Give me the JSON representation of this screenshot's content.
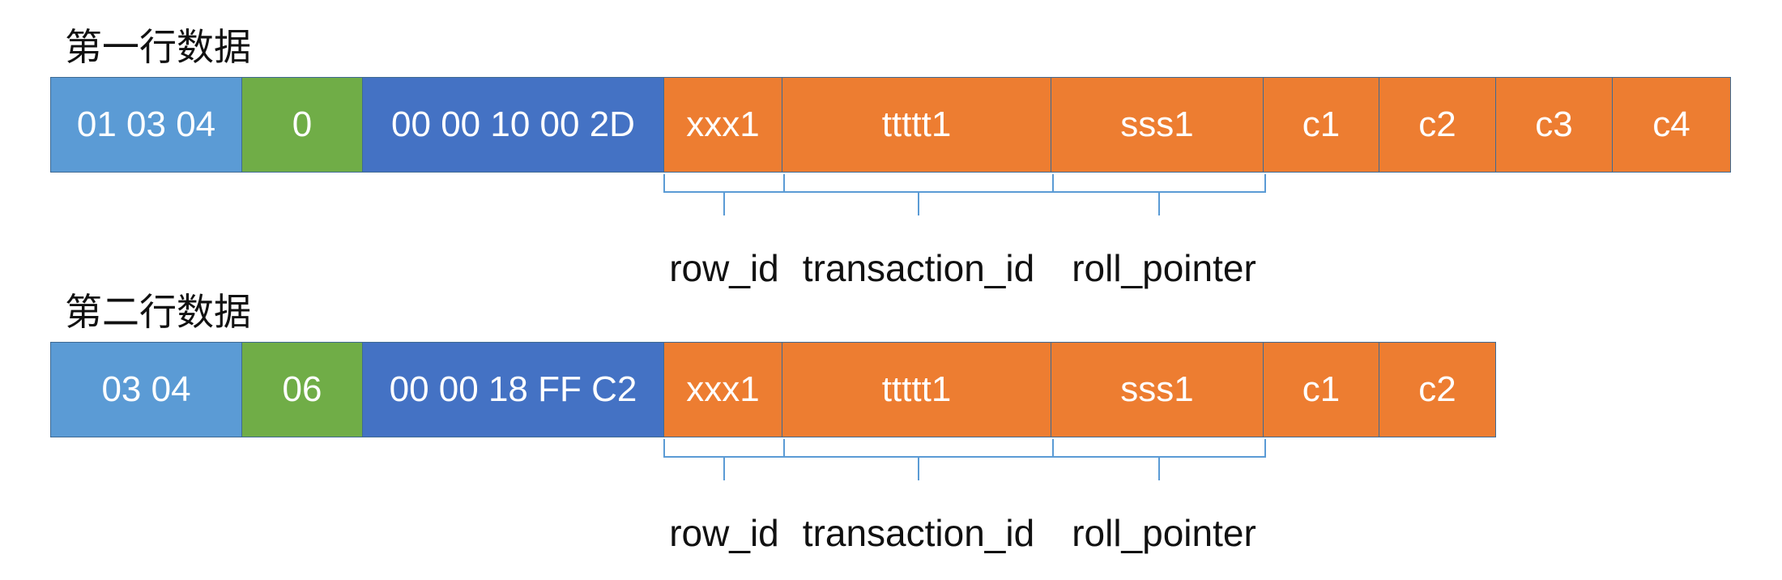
{
  "colors": {
    "light_blue": "#5b9bd5",
    "green": "#70ad47",
    "dark_blue": "#4472c4",
    "orange": "#ed7d31",
    "brace": "#5b9bd5"
  },
  "rows": [
    {
      "title": "第一行数据",
      "cells": [
        {
          "text": "01 03 04",
          "color": "light_blue"
        },
        {
          "text": "0",
          "color": "green"
        },
        {
          "text": "00 00 10 00 2D",
          "color": "dark_blue"
        },
        {
          "text": "xxx1",
          "color": "orange"
        },
        {
          "text": "ttttt1",
          "color": "orange"
        },
        {
          "text": "sss1",
          "color": "orange"
        },
        {
          "text": "c1",
          "color": "orange"
        },
        {
          "text": "c2",
          "color": "orange"
        },
        {
          "text": "c3",
          "color": "orange"
        },
        {
          "text": "c4",
          "color": "orange"
        }
      ],
      "braces": [
        {
          "label": "row_id"
        },
        {
          "label": "transaction_id"
        },
        {
          "label": "roll_pointer"
        }
      ]
    },
    {
      "title": "第二行数据",
      "cells": [
        {
          "text": "03 04",
          "color": "light_blue"
        },
        {
          "text": "06",
          "color": "green"
        },
        {
          "text": "00 00 18 FF C2",
          "color": "dark_blue"
        },
        {
          "text": "xxx1",
          "color": "orange"
        },
        {
          "text": "ttttt1",
          "color": "orange"
        },
        {
          "text": "sss1",
          "color": "orange"
        },
        {
          "text": "c1",
          "color": "orange"
        },
        {
          "text": "c2",
          "color": "orange"
        }
      ],
      "braces": [
        {
          "label": "row_id"
        },
        {
          "label": "transaction_id"
        },
        {
          "label": "roll_pointer"
        }
      ]
    }
  ]
}
